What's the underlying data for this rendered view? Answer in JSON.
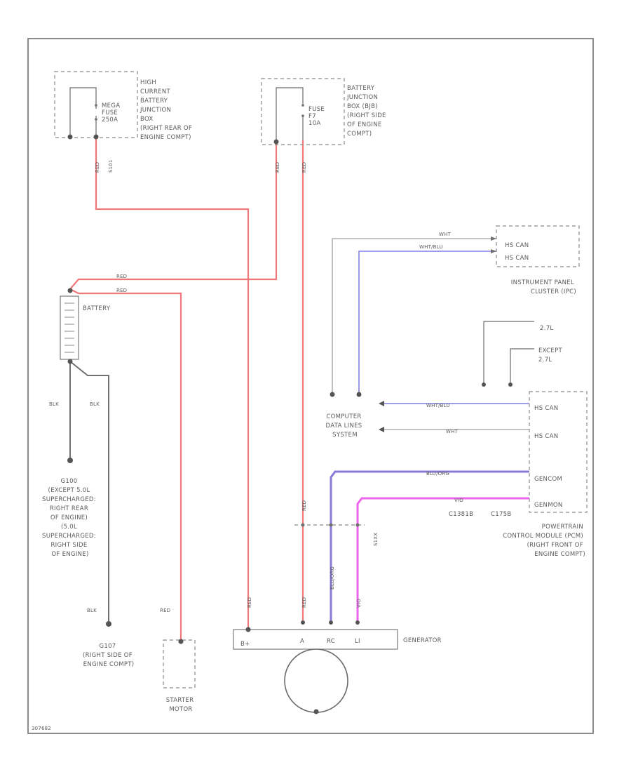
{
  "colors": {
    "red": "#f07878",
    "black": "#707070",
    "white": "#b0b0b0",
    "blue": "#9090e8",
    "purple": "#8878d8",
    "pink": "#ee66ee",
    "frame": "#707070"
  },
  "components": {
    "mega_fuse": [
      "MEGA",
      "FUSE",
      "250A"
    ],
    "hcbjb": [
      "HIGH",
      "CURRENT",
      "BATTERY",
      "JUNCTION",
      "BOX",
      "(RIGHT REAR OF",
      "ENGINE COMPT)"
    ],
    "fuse_f7": [
      "FUSE",
      "F7",
      "10A"
    ],
    "bjb": [
      "BATTERY",
      "JUNCTION",
      "BOX (BJB)",
      "(RIGHT SIDE",
      "OF ENGINE",
      "COMPT)"
    ],
    "ipc": [
      "INSTRUMENT PANEL",
      "CLUSTER (IPC)"
    ],
    "ipc_pins": [
      "HS CAN",
      "HS CAN"
    ],
    "battery": "BATTERY",
    "engine_variants": [
      "2.7L",
      "EXCEPT",
      "2.7L"
    ],
    "cdls": [
      "COMPUTER",
      "DATA LINES",
      "SYSTEM"
    ],
    "pcm_pins": [
      "HS CAN",
      "HS CAN",
      "GENCOM",
      "GENMON"
    ],
    "pcm_connectors": [
      "C1381B",
      "C175B"
    ],
    "pcm": [
      "POWERTRAIN",
      "CONTROL MODULE (PCM)",
      "(RIGHT FRONT OF",
      "ENGINE COMPT)"
    ],
    "g100": [
      "G100",
      "(EXCEPT 5.0L",
      "SUPERCHARGED:",
      "RIGHT REAR",
      "OF ENGINE)",
      "(5.0L",
      "SUPERCHARGED:",
      "RIGHT SIDE",
      "OF ENGINE)"
    ],
    "g107": [
      "G107",
      "(RIGHT SIDE OF",
      "ENGINE COMPT)"
    ],
    "starter": [
      "STARTER",
      "MOTOR"
    ],
    "generator": "GENERATOR",
    "generator_pins": [
      "B+",
      "A",
      "RC",
      "LI"
    ],
    "figure_id": "307682"
  },
  "wires": {
    "red": "RED",
    "black": "BLK",
    "wht": "WHT",
    "wht_blu": "WHT/BLU",
    "blu_org": "BLU/ORG",
    "vio": "VIO",
    "s101": "S101",
    "s1xx": "S1XX"
  }
}
